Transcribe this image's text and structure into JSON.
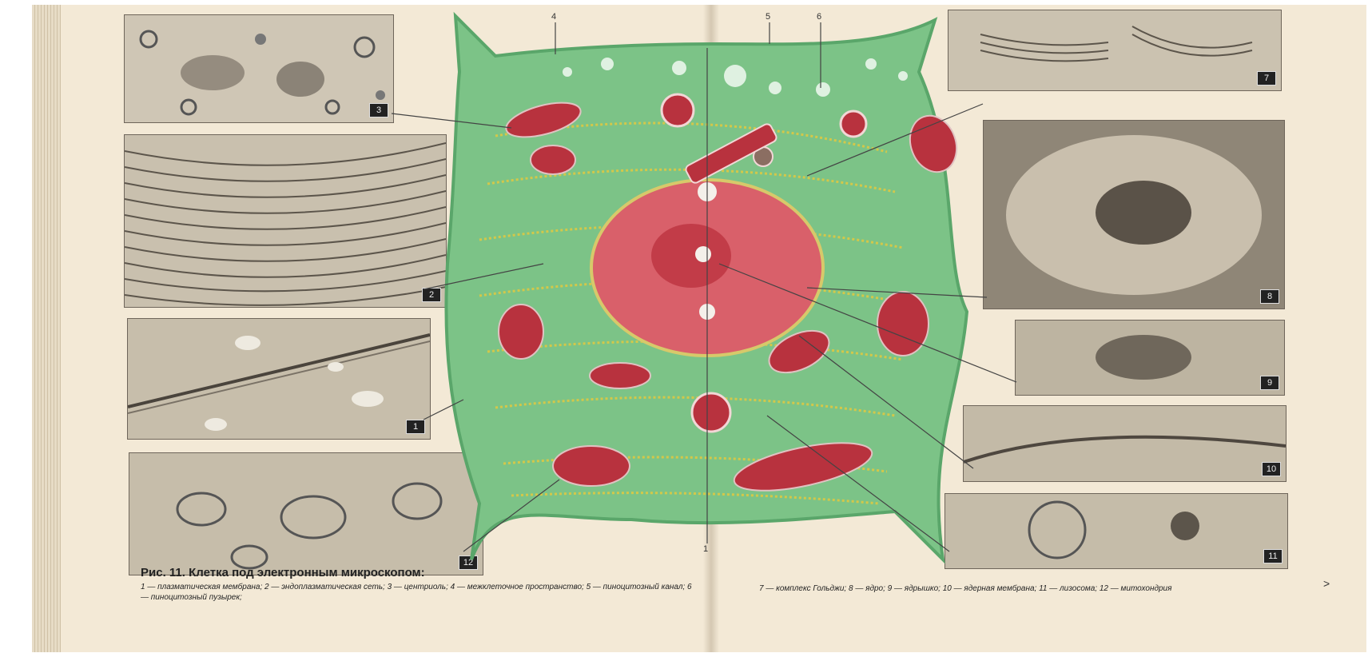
{
  "figure": {
    "caption_title": "Рис. 11. Клетка под электронным микроскопом:",
    "caption_left": "1 — плазматическая мембрана; 2 — эндоплазматическая сеть; 3 — центриоль; 4 — межклеточное пространство; 5 — пиноцитозный канал; 6 — пиноцитозный пузырек;",
    "caption_right": "7 — комплекс Гольджи; 8 — ядро; 9 — ядрышко; 10 — ядерная мембрана; 11 — лизосома; 12 — митохондрия"
  },
  "cell_labels": {
    "top": [
      "4",
      "5",
      "6"
    ],
    "bottom": "1"
  },
  "micrographs": {
    "left": [
      "3",
      "2",
      "1",
      "12"
    ],
    "right": [
      "7",
      "8",
      "9",
      "10",
      "11"
    ]
  },
  "colors": {
    "page": "#f3e9d6",
    "cytoplasm": "#7cc387",
    "cytoplasm_edge": "#5aa66a",
    "nucleus": "#d9606a",
    "mitochondria": "#b8323e",
    "er": "#d3c84a"
  }
}
